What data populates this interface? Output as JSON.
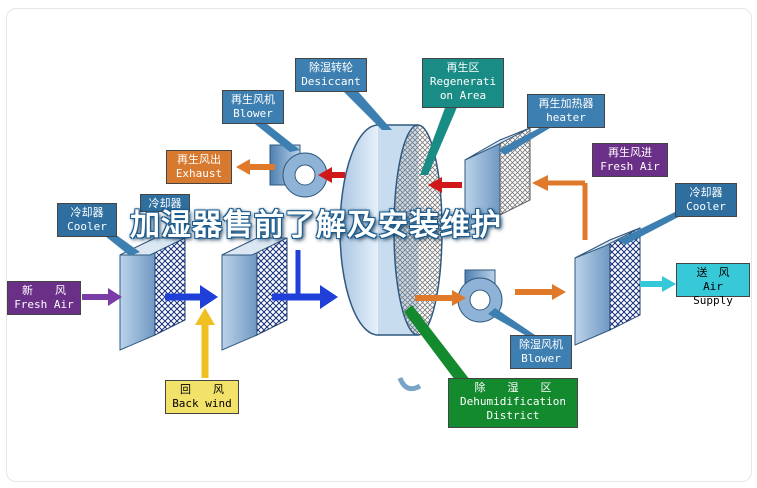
{
  "overlay_title": "加湿器售前了解及安装维护",
  "labels": {
    "desiccant": {
      "zh": "除湿转轮",
      "en": "Desiccant"
    },
    "regen_area": {
      "zh": "再生区",
      "en": "Regenerati on Area"
    },
    "regen_blower": {
      "zh": "再生风机",
      "en": "Blower"
    },
    "regen_heater": {
      "zh": "再生加热器",
      "en": "heater"
    },
    "exhaust": {
      "zh": "再生风出",
      "en": "Exhaust"
    },
    "fresh_air_in": {
      "zh": "再生风进",
      "en": "Fresh Air"
    },
    "cooler_left": {
      "zh": "冷却器",
      "en": "Cooler"
    },
    "cooler_mid": {
      "zh": "冷却器"
    },
    "cooler_right": {
      "zh": "冷却器",
      "en": "Cooler"
    },
    "fresh_air": {
      "zh": "新　　风",
      "en": "Fresh Air"
    },
    "back_wind": {
      "zh": "回　　风",
      "en": "Back wind"
    },
    "air_supply": {
      "zh": "送　风",
      "en": "Air Supply"
    },
    "dehum_blower": {
      "zh": "除湿风机",
      "en": "Blower"
    },
    "dehum_district": {
      "zh": "除　　湿　　区",
      "en": "Dehumidification District"
    }
  },
  "colors": {
    "flow_blue": "#1f3fd8",
    "flow_orange": "#e07a2a",
    "flow_red": "#d01818",
    "flow_purple": "#7a3da8",
    "flow_yellow": "#f0c020",
    "flow_cyan": "#35c8d8"
  }
}
